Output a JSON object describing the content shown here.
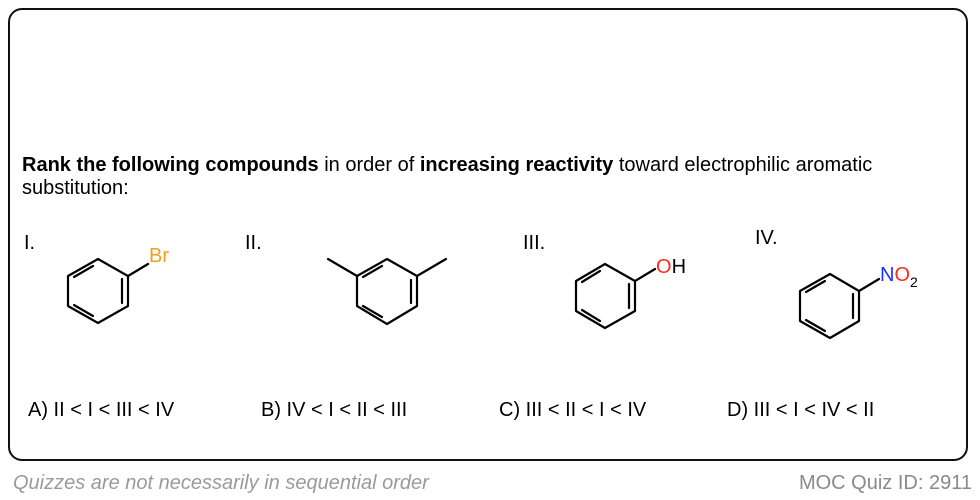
{
  "question": {
    "bold1": "Rank the following compounds",
    "text1": " in order of ",
    "bold2": "increasing reactivity",
    "text2": " toward electrophilic aromatic substitution:"
  },
  "compounds": [
    {
      "numeral": "I.",
      "substituent": "Br",
      "substituent_color": "#f0a020"
    },
    {
      "numeral": "II."
    },
    {
      "numeral": "III.",
      "substituent_o": "O",
      "substituent_h": "H",
      "o_color": "#ff2a1a"
    },
    {
      "numeral": "IV.",
      "substituent_n": "N",
      "substituent_o": "O",
      "substituent_sub": "2",
      "n_color": "#1a32ff"
    }
  ],
  "choices": [
    "A) II < I < III < IV",
    "B) IV < I < II < III",
    "C) III < II < I < IV",
    "D) III < I < IV < II"
  ],
  "footer": {
    "left": "Quizzes are not necessarily in sequential order",
    "right": "MOC Quiz ID: 2911"
  }
}
